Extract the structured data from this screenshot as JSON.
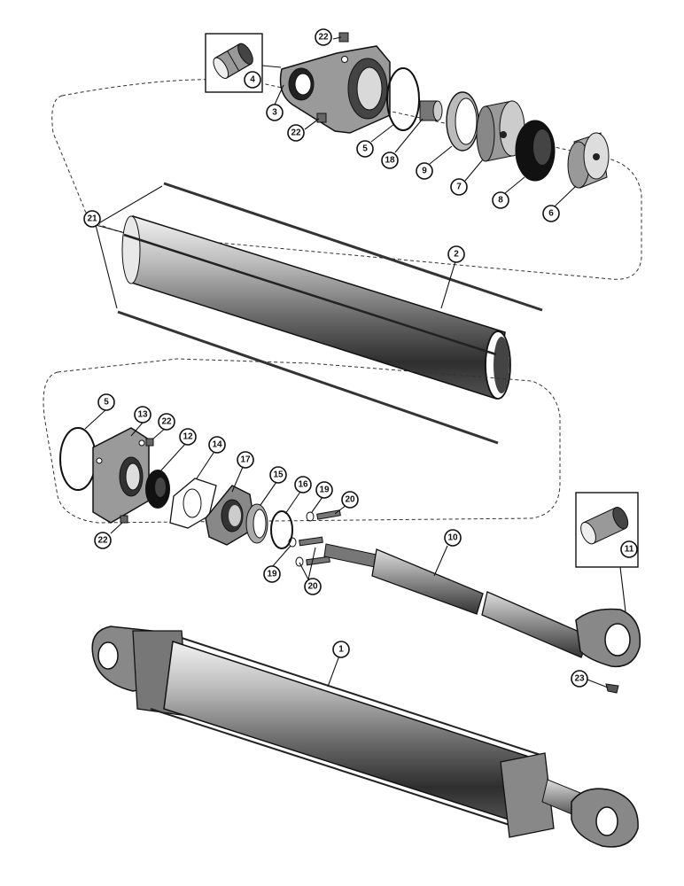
{
  "callouts": {
    "c1": "1",
    "c2": "2",
    "c3": "3",
    "c4": "4",
    "c5a": "5",
    "c5b": "5",
    "c6": "6",
    "c7": "7",
    "c8": "8",
    "c9": "9",
    "c10": "10",
    "c11": "11",
    "c12": "12",
    "c13": "13",
    "c14": "14",
    "c15": "15",
    "c16": "16",
    "c17": "17",
    "c18": "18",
    "c19a": "19",
    "c19b": "19",
    "c20a": "20",
    "c20b": "20",
    "c21": "21",
    "c22a": "22",
    "c22b": "22",
    "c22c": "22",
    "c22d": "22",
    "c23": "23"
  }
}
